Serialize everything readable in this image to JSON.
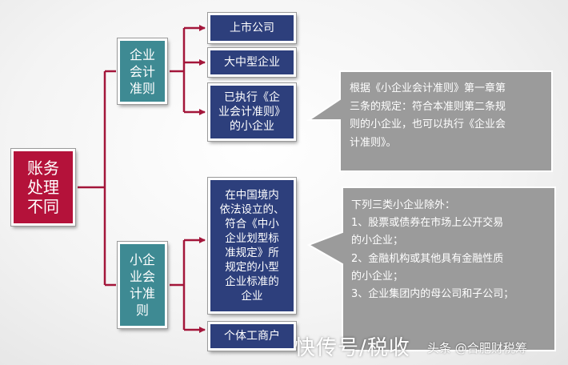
{
  "root": {
    "label": "账务\n处理\n不同"
  },
  "categories": [
    {
      "label": "企业\n会计\n准则"
    },
    {
      "label": "小企\n业会\n计准\n则"
    }
  ],
  "leaves": [
    {
      "label": "上市公司"
    },
    {
      "label": "大中型企业"
    },
    {
      "label": "已执行《企\n业会计准则》\n的小企业"
    },
    {
      "label": "在中国境内\n依法设立的、\n符合《中小\n企业划型标\n准规定》所\n规定的小型\n企业标准的\n企业"
    },
    {
      "label": "个体工商户"
    }
  ],
  "callouts": [
    {
      "text": "根据《小企业会计准则》第一章第\n三条的规定：符合本准则第二条规\n则的小企业，也可以执行《企业会\n计准则》。"
    },
    {
      "text": "下列三类小企业除外：\n1、股票或债券在市场上公开交易\n的小企业；\n2、金融机构或其他具有金融性质\n的小企业；\n3、企业集团内的母公司和子公司；"
    }
  ],
  "watermark": {
    "main": "快传号/税收",
    "sub": "头条 @合肥财税筹"
  },
  "colors": {
    "root": "#b4123a",
    "category": "#3e8a93",
    "leaf": "#2d3f7c",
    "connector": "#a3163a",
    "callout": "#9b9b9b"
  }
}
